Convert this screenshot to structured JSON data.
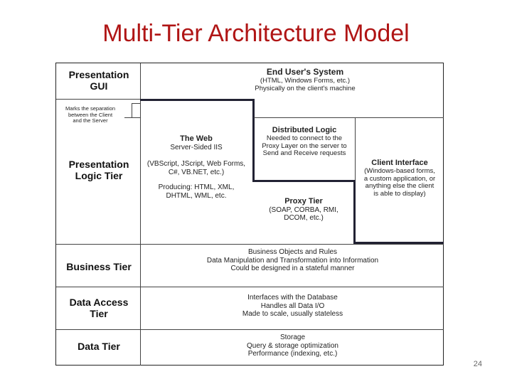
{
  "title": "Multi-Tier Architecture Model",
  "page_number": "24",
  "left_labels": {
    "presentation_gui": "Presentation\nGUI",
    "separation_note": "Marks the separation\nbetween the Client\nand the Server",
    "presentation_logic": "Presentation\nLogic Tier",
    "business": "Business Tier",
    "data_access": "Data Access\nTier",
    "data": "Data Tier"
  },
  "end_user": {
    "heading": "End User's System",
    "lines": "(HTML, Windows Forms, etc.)\nPhysically on the client's machine"
  },
  "the_web": {
    "heading": "The Web",
    "sub": "Server-Sided IIS",
    "lines1": "(VBScript, JScript, Web Forms,\nC#, VB.NET, etc.)",
    "lines2": "Producing: HTML, XML,\nDHTML, WML, etc."
  },
  "distributed_logic": {
    "heading": "Distributed Logic",
    "lines": "Needed to connect to the\nProxy Layer on the server to\nSend and Receive requests"
  },
  "client_interface": {
    "heading": "Client Interface",
    "lines": "(Windows-based forms,\na custom application, or\nanything else the client\nis able to display)"
  },
  "proxy_tier": {
    "heading": "Proxy Tier",
    "lines": "(SOAP, CORBA, RMI,\nDCOM, etc.)"
  },
  "business_desc": "Business Objects and Rules\nData Manipulation and Transformation into Information\nCould be designed in a stateful manner",
  "data_access_desc": "Interfaces with the Database\nHandles all Data I/O\nMade to scale, usually stateless",
  "data_desc": "Storage\nQuery & storage optimization\nPerformance (indexing, etc.)"
}
